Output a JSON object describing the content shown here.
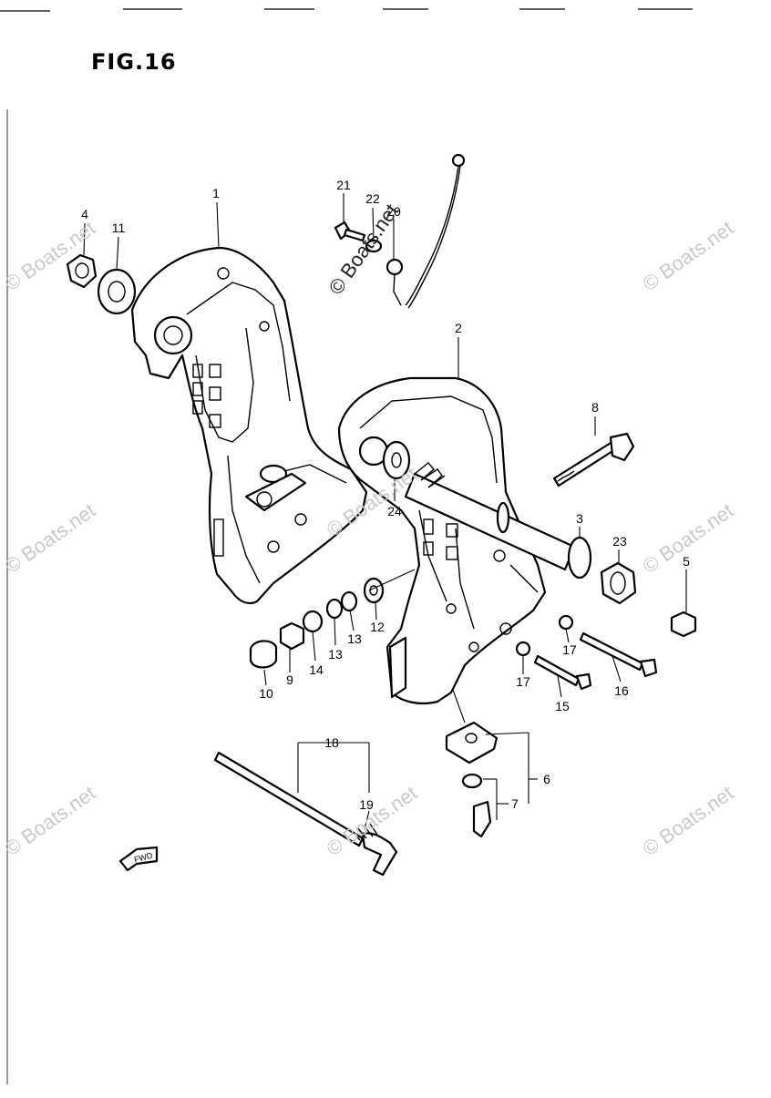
{
  "figure": {
    "title": "FIG.16"
  },
  "watermark": {
    "text": "© Boats.net"
  },
  "direction_arrow": {
    "label": "FWD"
  },
  "callouts": [
    "1",
    "2",
    "3",
    "4",
    "5",
    "6",
    "7",
    "8",
    "9",
    "10",
    "11",
    "12",
    "13",
    "13",
    "14",
    "15",
    "16",
    "17",
    "17",
    "18",
    "19",
    "20",
    "21",
    "22",
    "23",
    "24"
  ],
  "colors": {
    "ink": "#000000",
    "paper": "#ffffff",
    "watermark": "#c9c9c9"
  }
}
